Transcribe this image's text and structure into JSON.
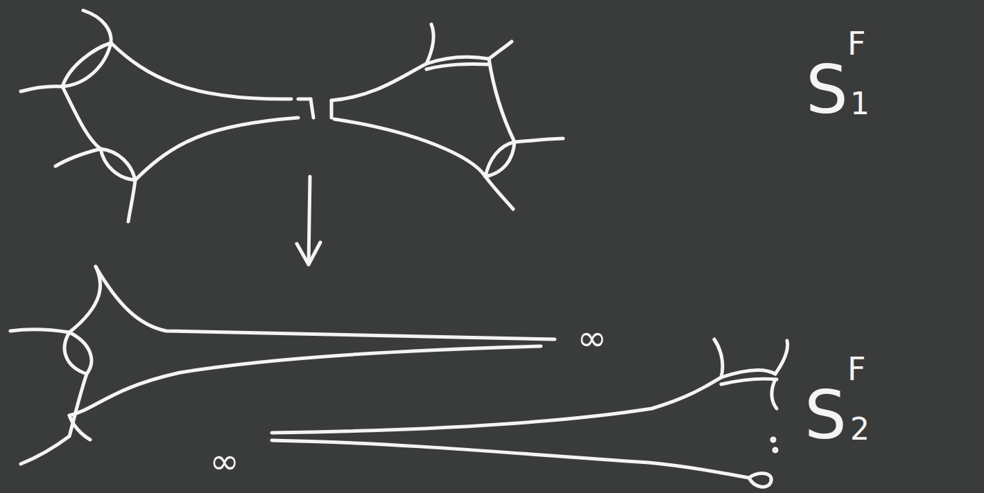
{
  "diagram": {
    "labels": [
      "∞",
      "∞",
      "S",
      "F",
      "1",
      "S",
      "F",
      "2"
    ]
  }
}
